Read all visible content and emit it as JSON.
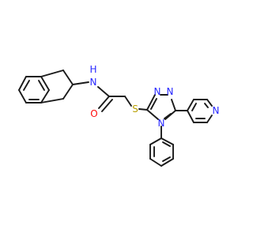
{
  "colors": {
    "bond": "#1a1a1a",
    "carbon": "#1a1a1a",
    "nitrogen": "#2828ff",
    "oxygen": "#ff0d0d",
    "sulfur": "#b8a000"
  },
  "atom_labels": {
    "amide_nh": "H",
    "amide_n": "N",
    "carbonyl_o": "O",
    "thioether_s": "S",
    "triazole_n1": "N",
    "triazole_n2": "N",
    "triazole_n4": "N",
    "pyridine_n": "N"
  }
}
